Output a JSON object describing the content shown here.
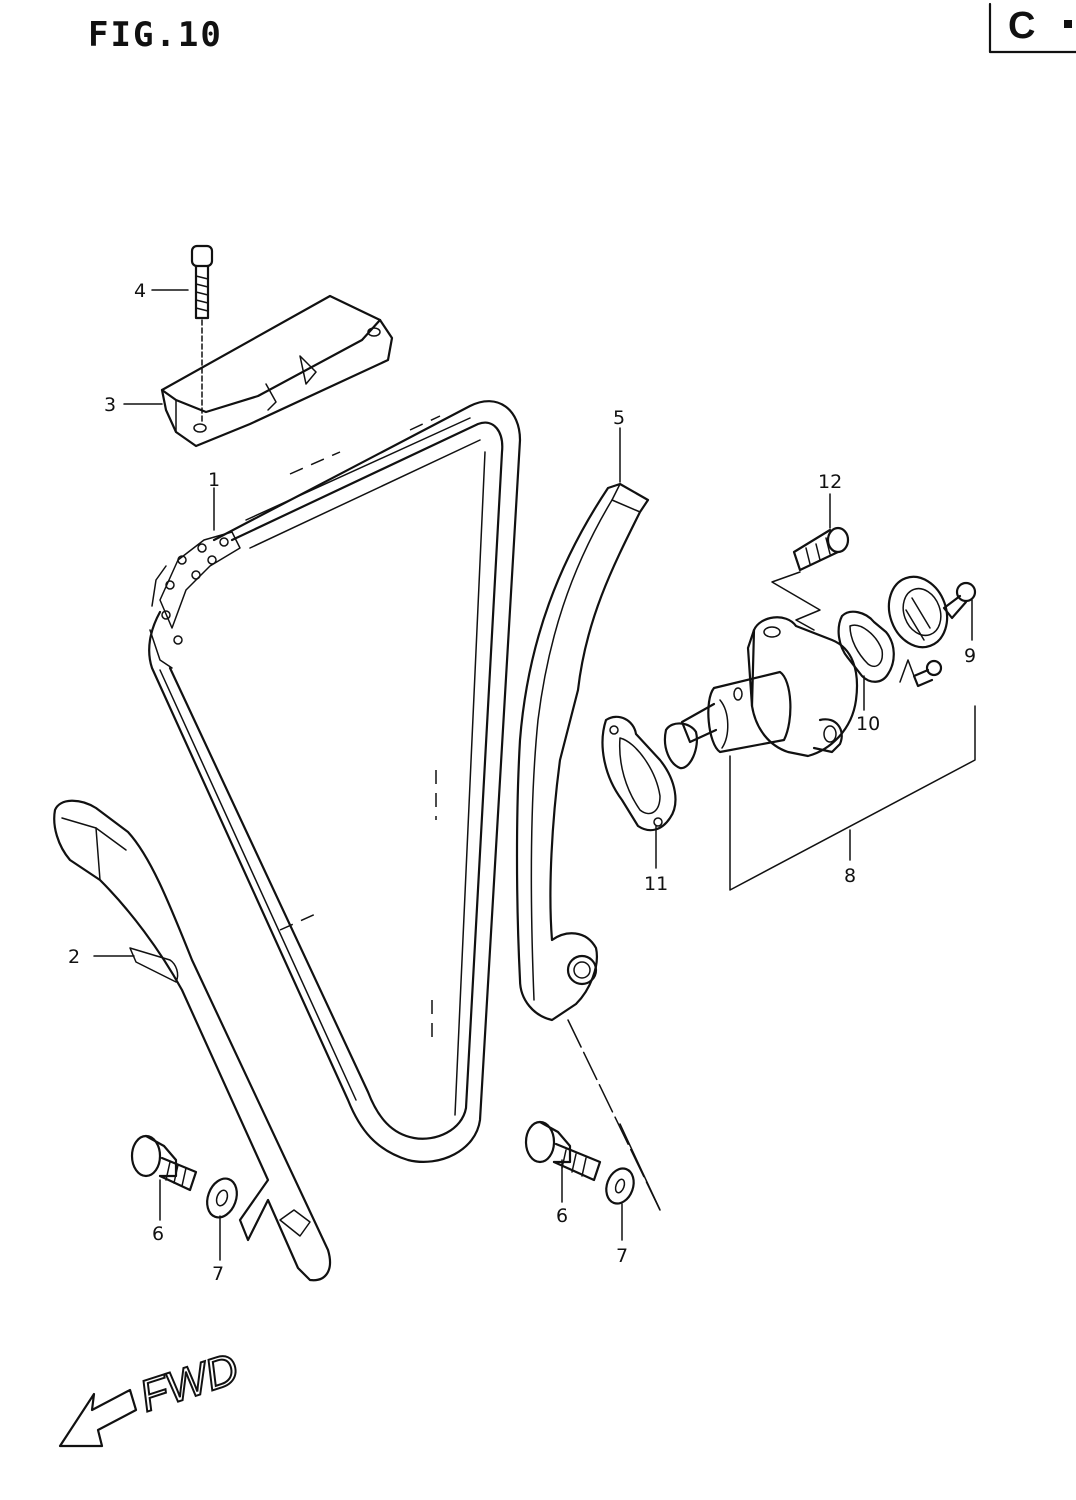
{
  "header": {
    "figure_title": "FIG.10",
    "section_code": "C"
  },
  "direction_indicator": {
    "label": "FWD"
  },
  "callouts": {
    "c1": "1",
    "c2": "2",
    "c3": "3",
    "c4": "4",
    "c5": "5",
    "c6a": "6",
    "c6b": "6",
    "c7a": "7",
    "c7b": "7",
    "c8": "8",
    "c9": "9",
    "c10": "10",
    "c11": "11",
    "c12": "12"
  }
}
